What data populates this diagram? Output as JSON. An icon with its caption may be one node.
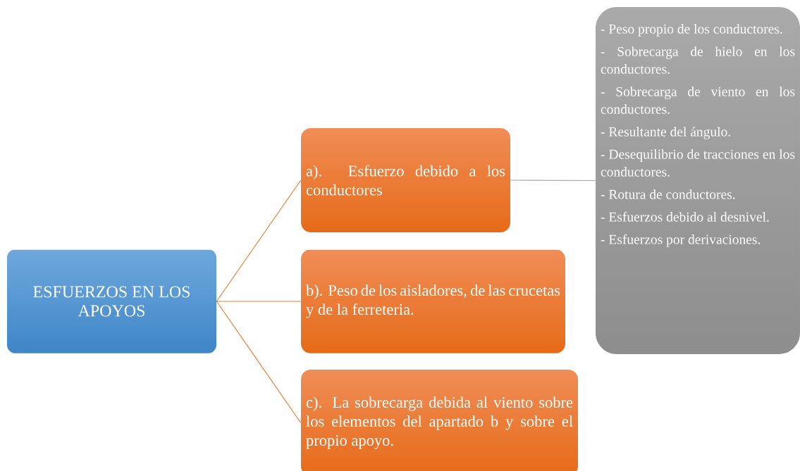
{
  "diagram": {
    "nodes": [
      {
        "text": [
          "ESFUERZOS EN LOS APOYOS"
        ]
      },
      {
        "text": [
          "a). Esfuerzo debido a los conductores"
        ]
      },
      {
        "text": [
          "b). Peso de los aisladores, de las crucetas y de la ferreteria."
        ]
      },
      {
        "text": [
          "c). La sobrecarga debida al viento sobre los elementos del apartado b y sobre el propio apoyo."
        ]
      },
      {
        "text": [
          "- Peso propio de los conductores.",
          "- Sobrecarga de hielo en los conductores.",
          "- Sobrecarga de viento en los conductores.",
          "- Resultante del ángulo.",
          "- Desequilibrio de tracciones en los conductores.",
          "- Rotura de conductores.",
          "- Esfuerzos debido al desnivel.",
          "- Esfuerzos por derivaciones."
        ]
      }
    ],
    "edges": [
      {
        "from": 0,
        "to": 1,
        "arrow": "none"
      },
      {
        "from": 0,
        "to": 2,
        "arrow": "none"
      },
      {
        "from": 0,
        "to": 3,
        "arrow": "none"
      },
      {
        "from": 1,
        "to": 4,
        "arrow": "none",
        "color": "#a5a5a5"
      }
    ]
  }
}
